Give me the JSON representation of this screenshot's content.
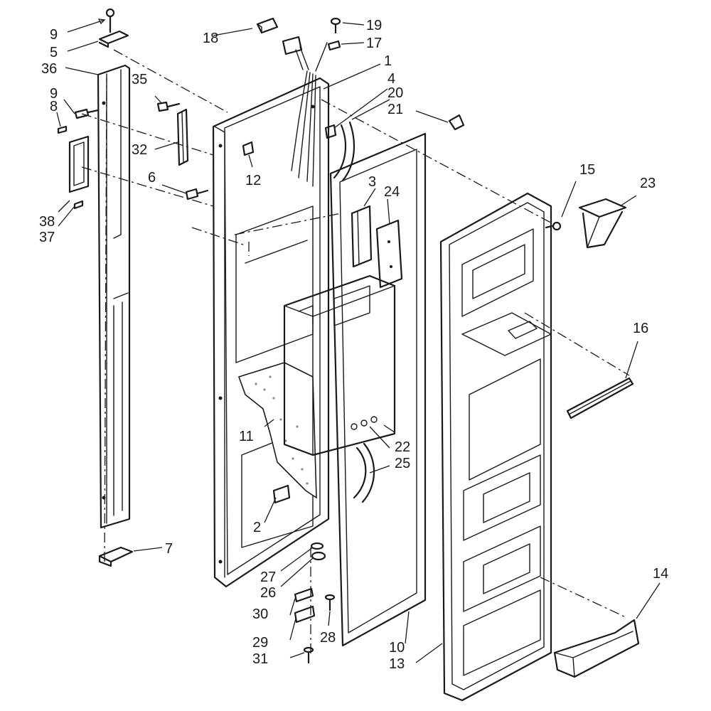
{
  "callouts": [
    {
      "id": "c1",
      "text": "1"
    },
    {
      "id": "c2",
      "text": "2"
    },
    {
      "id": "c3",
      "text": "3"
    },
    {
      "id": "c4",
      "text": "4"
    },
    {
      "id": "c5",
      "text": "5"
    },
    {
      "id": "c6",
      "text": "6"
    },
    {
      "id": "c7",
      "text": "7"
    },
    {
      "id": "c8",
      "text": "8"
    },
    {
      "id": "c9a",
      "text": "9"
    },
    {
      "id": "c9b",
      "text": "9"
    },
    {
      "id": "c10",
      "text": "10"
    },
    {
      "id": "c11",
      "text": "11"
    },
    {
      "id": "c12",
      "text": "12"
    },
    {
      "id": "c13",
      "text": "13"
    },
    {
      "id": "c14",
      "text": "14"
    },
    {
      "id": "c15",
      "text": "15"
    },
    {
      "id": "c16",
      "text": "16"
    },
    {
      "id": "c17",
      "text": "17"
    },
    {
      "id": "c18",
      "text": "18"
    },
    {
      "id": "c19",
      "text": "19"
    },
    {
      "id": "c20",
      "text": "20"
    },
    {
      "id": "c21",
      "text": "21"
    },
    {
      "id": "c22",
      "text": "22"
    },
    {
      "id": "c23",
      "text": "23"
    },
    {
      "id": "c24",
      "text": "24"
    },
    {
      "id": "c25",
      "text": "25"
    },
    {
      "id": "c26",
      "text": "26"
    },
    {
      "id": "c27",
      "text": "27"
    },
    {
      "id": "c28",
      "text": "28"
    },
    {
      "id": "c29",
      "text": "29"
    },
    {
      "id": "c30",
      "text": "30"
    },
    {
      "id": "c31",
      "text": "31"
    },
    {
      "id": "c32",
      "text": "32"
    },
    {
      "id": "c35",
      "text": "35"
    },
    {
      "id": "c36",
      "text": "36"
    },
    {
      "id": "c37",
      "text": "37"
    },
    {
      "id": "c38",
      "text": "38"
    }
  ]
}
